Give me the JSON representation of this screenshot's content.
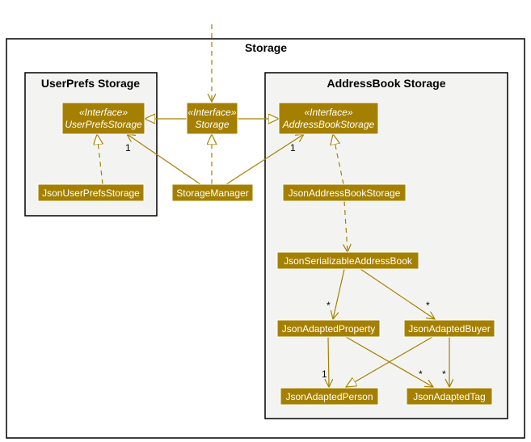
{
  "diagram": {
    "packages": {
      "storage": "Storage",
      "userprefs": "UserPrefs Storage",
      "addressbook": "AddressBook Storage"
    },
    "stereotype": "«Interface»",
    "classes": {
      "userprefs_storage": "UserPrefsStorage",
      "storage": "Storage",
      "addressbook_storage": "AddressBookStorage",
      "json_userprefs_storage": "JsonUserPrefsStorage",
      "storage_manager": "StorageManager",
      "json_addressbook_storage": "JsonAddressBookStorage",
      "json_serializable_addressbook": "JsonSerializableAddressBook",
      "json_adapted_property": "JsonAdaptedProperty",
      "json_adapted_buyer": "JsonAdaptedBuyer",
      "json_adapted_person": "JsonAdaptedPerson",
      "json_adapted_tag": "JsonAdaptedTag"
    },
    "multiplicities": {
      "manager_to_userprefs": "1",
      "manager_to_addressbook": "1",
      "serializable_to_property": "*",
      "serializable_to_buyer": "*",
      "property_to_person": "1",
      "property_to_tag": "*",
      "buyer_to_tag": "*"
    },
    "colors": {
      "class_fill": "#a58000",
      "class_text": "#ffffff",
      "line": "#a58000",
      "package_fill": "#f3f4f2",
      "package_border": "#000000"
    }
  }
}
